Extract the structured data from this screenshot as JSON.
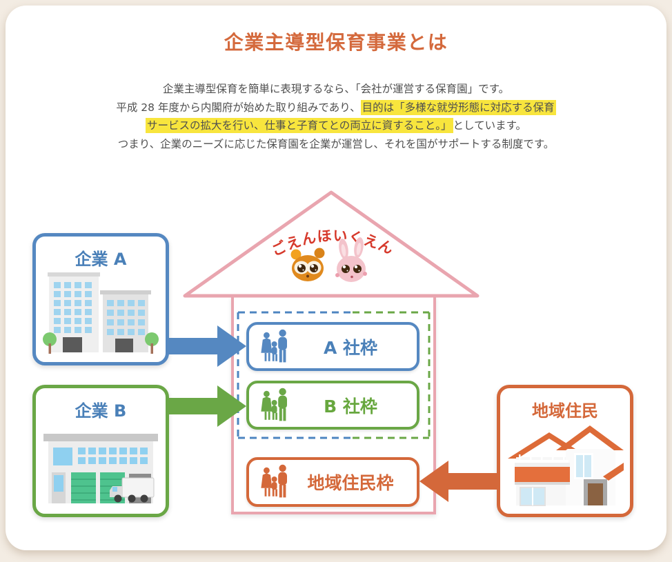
{
  "page": {
    "title": "企業主導型保育事業とは",
    "intro": {
      "line1": "企業主導型保育を簡単に表現するなら、「会社が運営する保育園」です。",
      "line2_pre": "平成 28 年度から内閣府が始めた取り組みであり、",
      "line2_highlight": "目的は「多様な就労形態に対応する保育",
      "line3_highlight": "サービスの拡大を行い、仕事と子育てとの両立に資すること。」",
      "line3_post": "としています。",
      "line4": "つまり、企業のニーズに応じた保育園を企業が運営し、それを国がサポートする制度です。"
    }
  },
  "diagram": {
    "nursery": {
      "name": "ごえんほいくえん"
    },
    "company_a": {
      "label": "企業 A"
    },
    "company_b": {
      "label": "企業 B"
    },
    "residents": {
      "label": "地域住民"
    },
    "slot_a": {
      "label": "A 社枠"
    },
    "slot_b": {
      "label": "B 社枠"
    },
    "slot_residents": {
      "label": "地域住民枠"
    },
    "icons": {
      "tanuki": "tanuki-face-icon",
      "rabbit": "rabbit-face-icon",
      "family": "family-silhouette-icon",
      "company_a": "office-building-icon",
      "company_b": "warehouse-truck-icon",
      "residents": "house-icon",
      "arrow_a": "blue-right-arrow-icon",
      "arrow_b": "green-right-arrow-icon",
      "arrow_residents": "orange-left-arrow-icon"
    },
    "colors": {
      "title_orange": "#d4693c",
      "body_text": "#4f4f4f",
      "highlight_yellow": "#f8e53d",
      "blue": "#5588c1",
      "green": "#6aa746",
      "orange": "#d4683a",
      "pink": "#e9a5af",
      "red": "#d6392b",
      "card_bg": "#ffffff",
      "page_bg": "#f3ece3"
    }
  }
}
